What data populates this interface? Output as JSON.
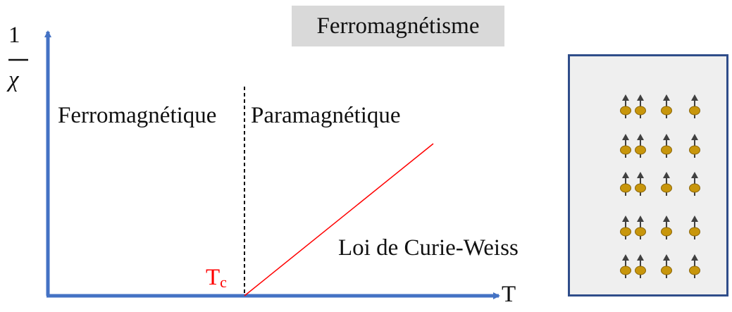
{
  "title": "Ferromagnétisme",
  "y_axis": {
    "numerator": "1",
    "denominator": "χ"
  },
  "x_axis": {
    "label": "T"
  },
  "critical_temperature": {
    "base": "T",
    "subscript": "c",
    "color": "#ff0000"
  },
  "regions": {
    "left": "Ferromagnétique",
    "right": "Paramagnétique"
  },
  "law_label": "Loi de Curie-Weiss",
  "colors": {
    "axis": "#4472c4",
    "curve": "#ff0000",
    "divider": "#000000",
    "panel_border": "#2f4d8a",
    "panel_fill": "#efefef",
    "spin_arrow": "#404040",
    "spin_ball": "#c8960c"
  },
  "spin_lattice": {
    "rows": 5,
    "columns": 4,
    "orientation": "up"
  }
}
